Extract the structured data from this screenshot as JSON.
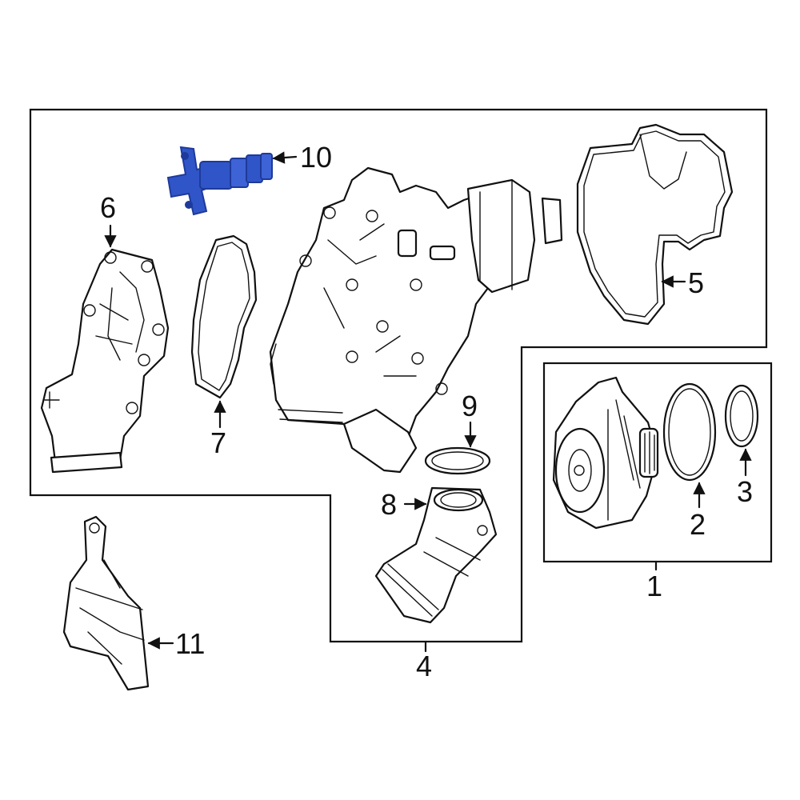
{
  "callouts": {
    "c1": "1",
    "c2": "2",
    "c3": "3",
    "c4": "4",
    "c5": "5",
    "c6": "6",
    "c7": "7",
    "c8": "8",
    "c9": "9",
    "c10": "10",
    "c11": "11"
  },
  "colors": {
    "line": "#111111",
    "highlight": "#2f55c8",
    "highlight_dark": "#1e3a9a",
    "background": "#ffffff"
  }
}
